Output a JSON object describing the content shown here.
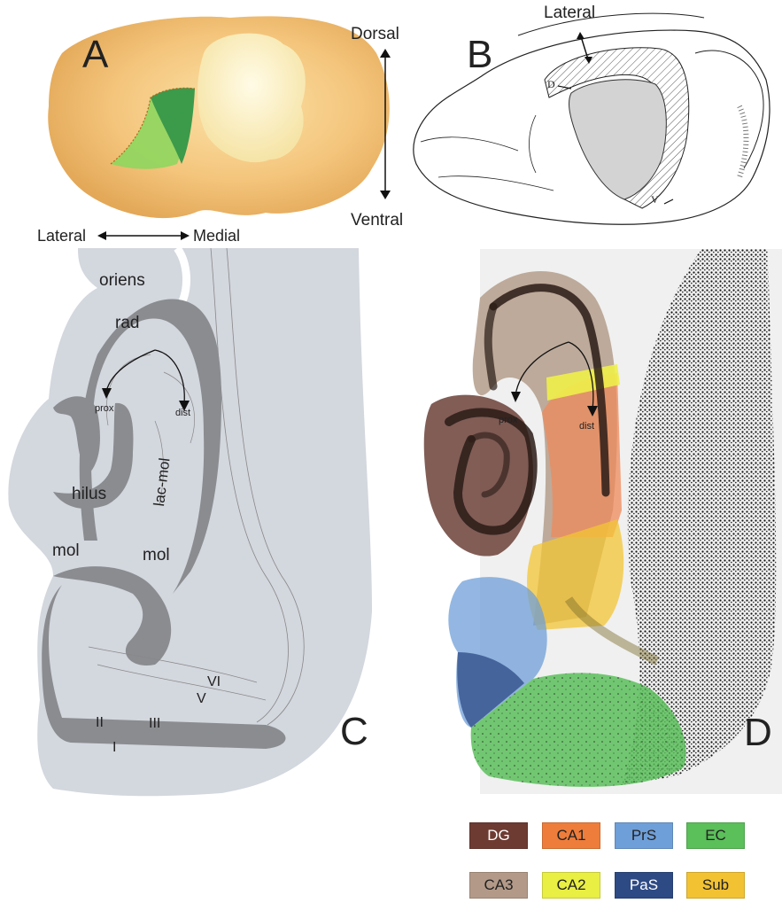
{
  "panels": {
    "a": {
      "label": "A",
      "dorsal": "Dorsal",
      "ventral": "Ventral",
      "lateral": "Lateral",
      "medial": "Medial"
    },
    "b": {
      "label": "B",
      "lateral": "Lateral",
      "d_marker": "D",
      "v_marker": "V"
    },
    "c": {
      "label": "C",
      "regions": {
        "oriens": "oriens",
        "rad": "rad",
        "prox": "prox",
        "dist": "dist",
        "hilus": "hilus",
        "lac_mol": "lac-mol",
        "mol_left": "mol",
        "mol_right": "mol",
        "vi": "VI",
        "v": "V",
        "ii": "II",
        "iii": "III",
        "i": "I"
      }
    },
    "d": {
      "label": "D",
      "prox": "prox",
      "dist": "dist"
    }
  },
  "legend": [
    {
      "label": "DG",
      "color": "#6e3b32",
      "text_color": "#ffffff"
    },
    {
      "label": "CA1",
      "color": "#ee7d3b",
      "text_color": "#222222"
    },
    {
      "label": "PrS",
      "color": "#6f9fd8",
      "text_color": "#222222"
    },
    {
      "label": "EC",
      "color": "#5bbf5a",
      "text_color": "#222222"
    },
    {
      "label": "CA3",
      "color": "#b39a88",
      "text_color": "#222222"
    },
    {
      "label": "CA2",
      "color": "#e9ef43",
      "text_color": "#222222"
    },
    {
      "label": "PaS",
      "color": "#2e4a85",
      "text_color": "#ffffff"
    },
    {
      "label": "Sub",
      "color": "#f3c233",
      "text_color": "#222222"
    }
  ]
}
